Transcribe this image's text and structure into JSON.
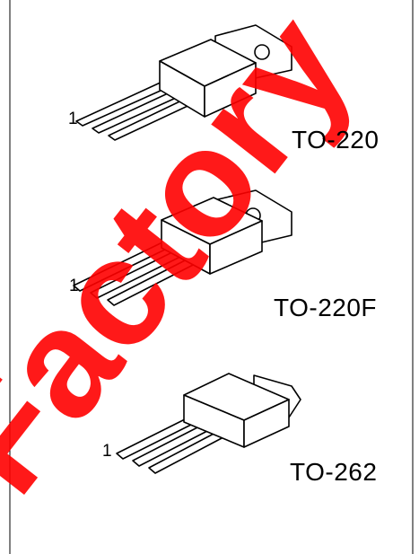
{
  "packages": [
    {
      "label": "TO-220",
      "pin1": "1"
    },
    {
      "label": "TO-220F",
      "pin1": "1"
    },
    {
      "label": "TO-262",
      "pin1": "1"
    }
  ],
  "watermark": {
    "text": "Factory",
    "color": "#ff0000"
  }
}
